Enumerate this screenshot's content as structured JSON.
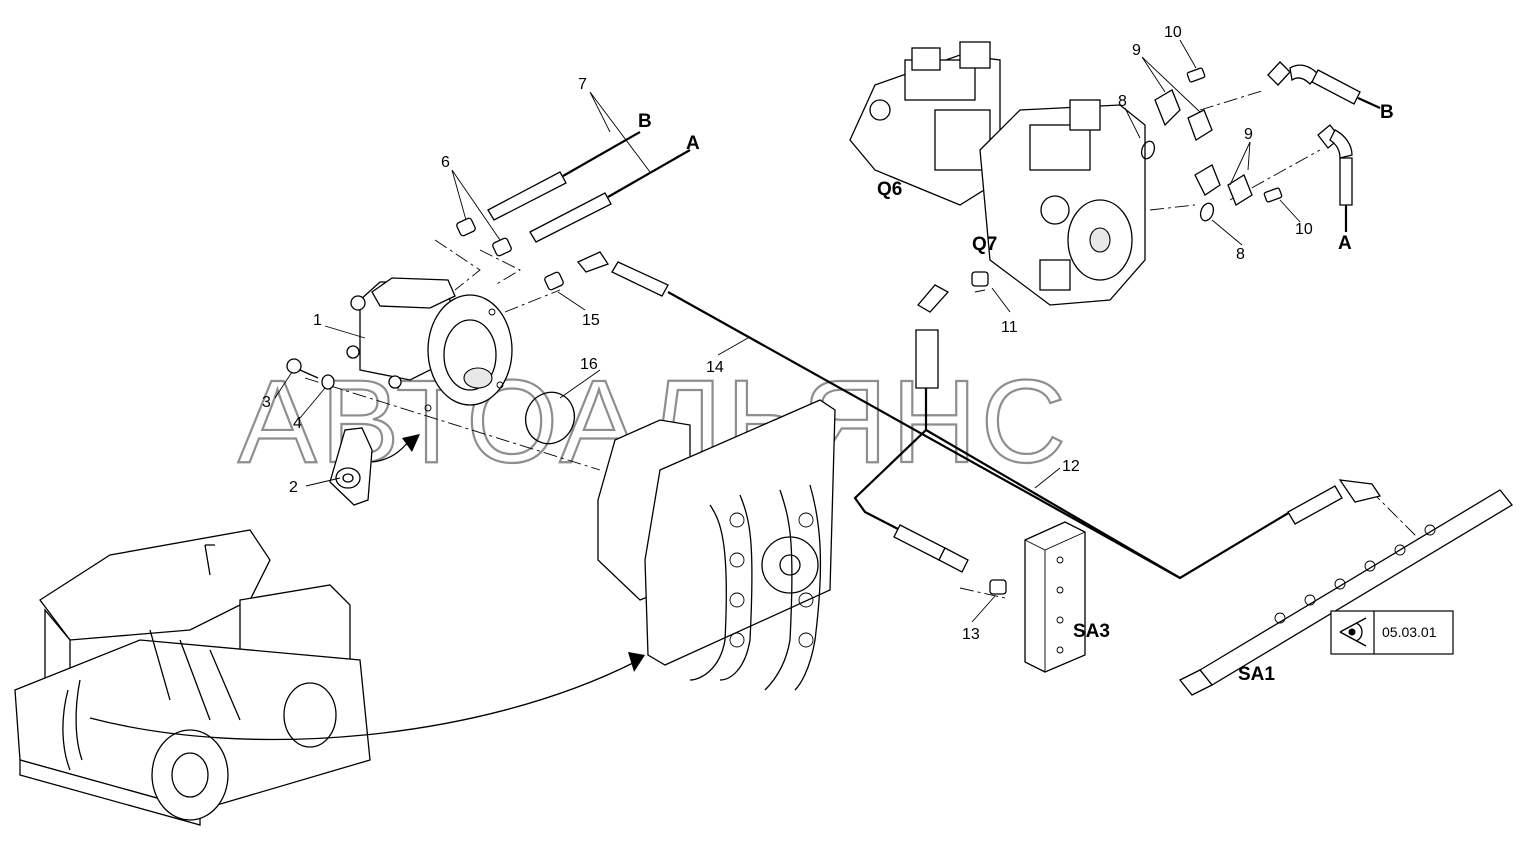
{
  "watermark": "АВТОАЛЬЯНС",
  "callouts": {
    "n1": "1",
    "n2": "2",
    "n3": "3",
    "n4": "4",
    "n6": "6",
    "n7": "7",
    "n8a": "8",
    "n8b": "8",
    "n9a": "9",
    "n9b": "9",
    "n10a": "10",
    "n10b": "10",
    "n11": "11",
    "n12": "12",
    "n13": "13",
    "n14": "14",
    "n15": "15",
    "n16": "16"
  },
  "labels": {
    "b_left": "B",
    "a_left": "A",
    "b_right": "B",
    "a_right": "A",
    "q6": "Q6",
    "q7": "Q7",
    "sa3": "SA3",
    "sa1": "SA1"
  },
  "reference_box": {
    "icon": "eye-icon",
    "text": "05.03.01"
  }
}
